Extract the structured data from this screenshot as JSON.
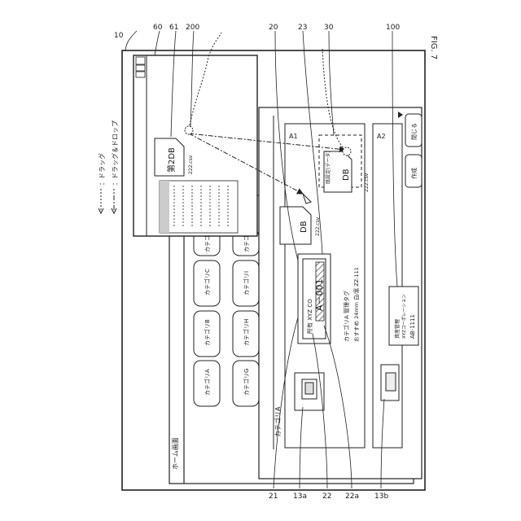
{
  "figure": "FIG. 7",
  "legend": {
    "drag": "：ドラッグ",
    "drag_drop": "：ドラッグ＆ドロップ"
  },
  "refs": {
    "r10": "10",
    "r60": "60",
    "r61": "61",
    "r200": "200",
    "r20": "20",
    "r23": "23",
    "r30": "30",
    "r100": "100",
    "r21": "21",
    "r13a": "13a",
    "r22": "22",
    "r22a": "22a",
    "r13b": "13b"
  },
  "home": {
    "title": "ホーム画面",
    "categories": [
      "カテゴリA",
      "カテゴリB",
      "カテゴリC",
      "カテゴリ",
      "カテゴリG",
      "カテゴリH",
      "カテゴリI",
      "カテゴリ"
    ]
  },
  "detail": {
    "category_label": "カテゴリA",
    "a1": "A1",
    "a2": "A2",
    "tag_header": "所有 XYZ CO",
    "tag_code": "A－001",
    "product_name": "カテゴリA 管理タグ",
    "product_spec": "おすすめ 24mm 白/黒 ZZ-111",
    "file_name": "222.csv",
    "db_label": "DB",
    "db_note": "既設定(データ)",
    "close_button": "閉じる",
    "create_button": "作成",
    "asset_title": "資産管理",
    "asset_company": "XYZコーポレーション",
    "asset_code": "AB-1111"
  },
  "explorer": {
    "file_label": "第2DB",
    "file_name": "222.csv",
    "list_lines": 7
  }
}
